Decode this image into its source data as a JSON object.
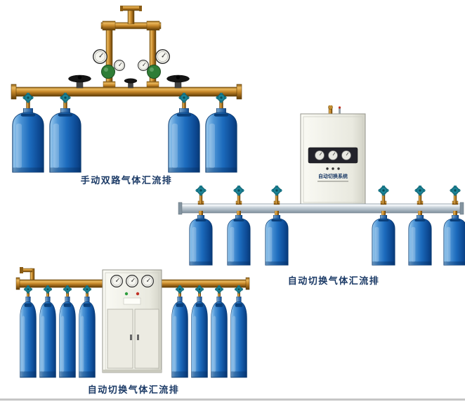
{
  "page": {
    "background": "#ffffff",
    "caption_color": "#1b3a66"
  },
  "products": [
    {
      "id": "manual-dual-manifold",
      "caption": "手动双路气体汇流排",
      "cylinder_count": 4
    },
    {
      "id": "auto-switch-manifold-wall",
      "caption": "自动切换气体汇流排",
      "cabinet_label": "自动切换系统",
      "cylinder_count": 6
    },
    {
      "id": "auto-switch-manifold-cabinet",
      "caption": "自动切换气体汇流排",
      "cylinder_count": 8
    }
  ],
  "colors": {
    "cylinder_blue": "#1c6bbd",
    "brass_pipe": "#c8892a",
    "rail_silver": "#c3cdd6",
    "cabinet_white": "#f0efe8",
    "valve_teal": "#1b8396",
    "regulator_green": "#2f7d36"
  }
}
